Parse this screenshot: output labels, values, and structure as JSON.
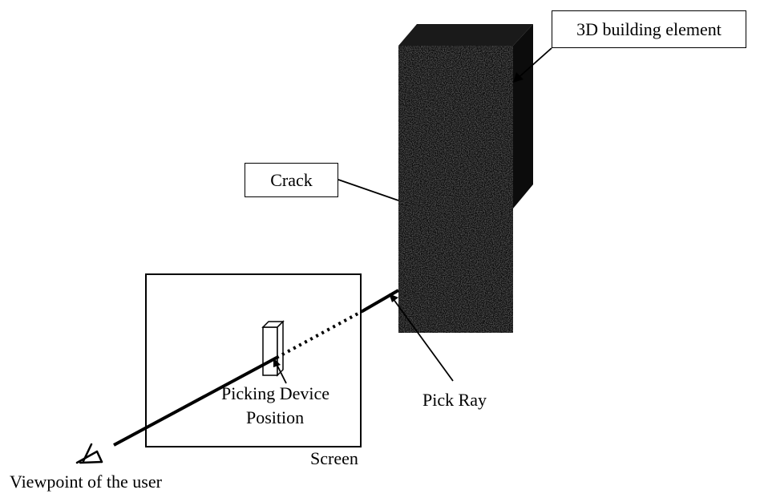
{
  "labels": {
    "building_element": "3D building element",
    "crack": "Crack",
    "picking_device_line1": "Picking Device",
    "picking_device_line2": "Position",
    "pick_ray": "Pick Ray",
    "screen": "Screen",
    "viewpoint": "Viewpoint of the user"
  }
}
